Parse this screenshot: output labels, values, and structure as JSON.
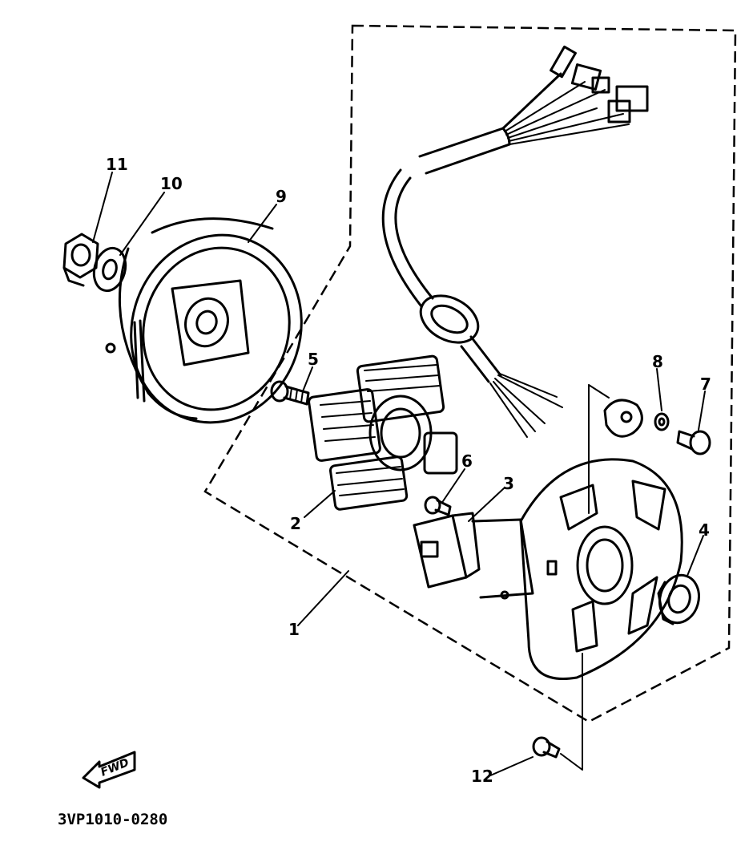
{
  "callouts": {
    "c1": "1",
    "c2": "2",
    "c3": "3",
    "c4": "4",
    "c5": "5",
    "c6": "6",
    "c7": "7",
    "c8": "8",
    "c9": "9",
    "c10": "10",
    "c11": "11",
    "c12": "12"
  },
  "direction_badge": "FWD",
  "drawing_code": "3VP1010-0280"
}
